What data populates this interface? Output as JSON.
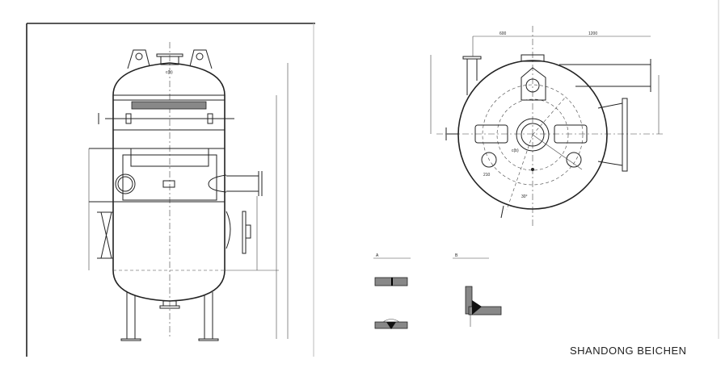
{
  "caption": "SHANDONG BEICHEN",
  "side_view": {
    "nozzle_label": "c(b)"
  },
  "top_view": {
    "dim_left": "600",
    "dim_right": "1200",
    "nozzle_label": "c(b)",
    "pad_size": "210",
    "angle": "30°"
  },
  "details": {
    "detail_a_label": "A",
    "detail_b_label": "B"
  }
}
